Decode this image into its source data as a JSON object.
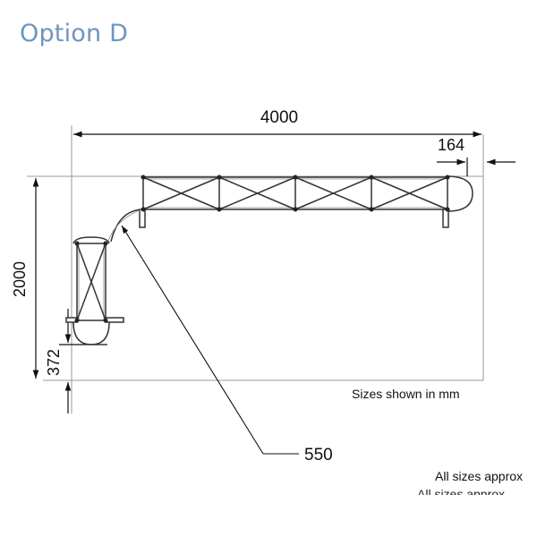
{
  "title": "Option D",
  "dimensions": {
    "width_total": "4000",
    "end_cap": "164",
    "height_total": "2000",
    "lower_offset": "372",
    "radius": "550"
  },
  "notes": {
    "units": "Sizes shown in mm",
    "approx": "All sizes approx"
  },
  "colors": {
    "title": "#6e95bd",
    "lines": "#333333"
  }
}
